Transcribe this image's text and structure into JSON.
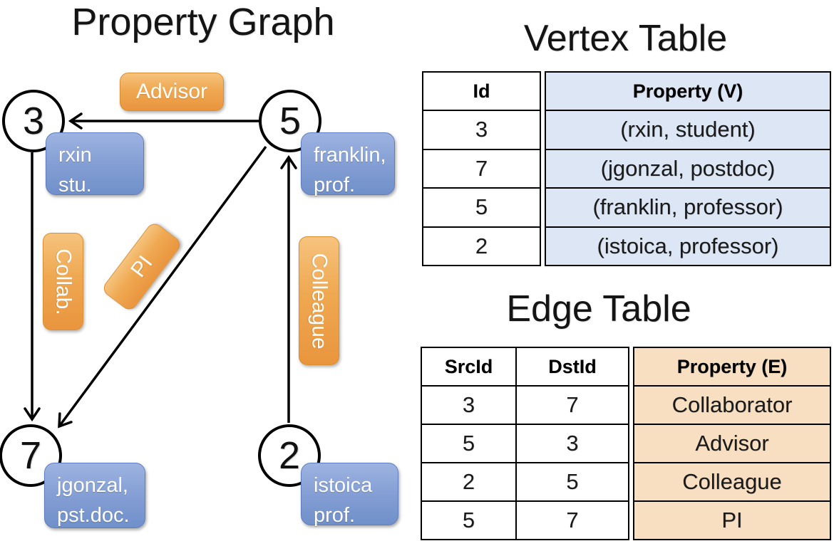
{
  "graph": {
    "title": "Property Graph",
    "nodes": [
      {
        "id": "3",
        "label_lines": [
          "rxin",
          "stu."
        ]
      },
      {
        "id": "5",
        "label_lines": [
          "franklin,",
          "prof."
        ]
      },
      {
        "id": "7",
        "label_lines": [
          "jgonzal,",
          "pst.doc."
        ]
      },
      {
        "id": "2",
        "label_lines": [
          "istoica",
          "prof."
        ]
      }
    ],
    "edges": [
      {
        "from": "5",
        "to": "3",
        "label": "Advisor"
      },
      {
        "from": "3",
        "to": "7",
        "label": "Collab."
      },
      {
        "from": "5",
        "to": "7",
        "label": "PI"
      },
      {
        "from": "2",
        "to": "5",
        "label": "Colleague"
      }
    ]
  },
  "vertex_table": {
    "title": "Vertex Table",
    "columns": [
      "Id",
      "Property (V)"
    ],
    "rows": [
      [
        "3",
        "(rxin, student)"
      ],
      [
        "7",
        "(jgonzal, postdoc)"
      ],
      [
        "5",
        "(franklin, professor)"
      ],
      [
        "2",
        "(istoica, professor)"
      ]
    ]
  },
  "edge_table": {
    "title": "Edge Table",
    "columns": [
      "SrcId",
      "DstId",
      "Property (E)"
    ],
    "rows": [
      [
        "3",
        "7",
        "Collaborator"
      ],
      [
        "5",
        "3",
        "Advisor"
      ],
      [
        "2",
        "5",
        "Colleague"
      ],
      [
        "5",
        "7",
        "PI"
      ]
    ]
  },
  "colors": {
    "edge_line": "#000000",
    "node_fill": "#ffffff",
    "vertex_box_blue": "#829dd3",
    "edge_label_orange": "#efa851",
    "vertex_table_cell": "#dce6f4",
    "edge_table_cell": "#f8dfc2"
  }
}
